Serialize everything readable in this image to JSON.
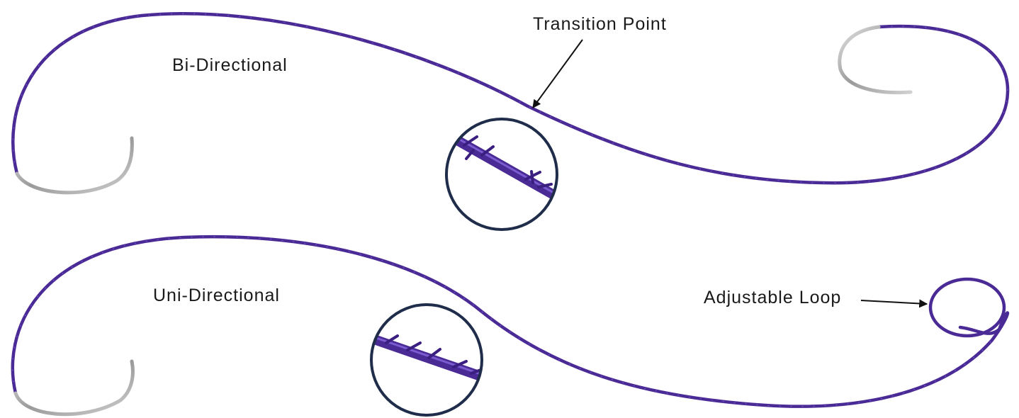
{
  "labels": {
    "bi_directional": "Bi-Directional",
    "uni_directional": "Uni-Directional",
    "transition_point": "Transition Point",
    "adjustable_loop": "Adjustable Loop"
  },
  "colors": {
    "suture": "#4a2a95",
    "suture_highlight": "#6a4bc0",
    "needle": "#b8b8b8",
    "needle_dark": "#7d7d7d",
    "magnifier_ring": "#1f2d4a",
    "arrow": "#111111"
  }
}
